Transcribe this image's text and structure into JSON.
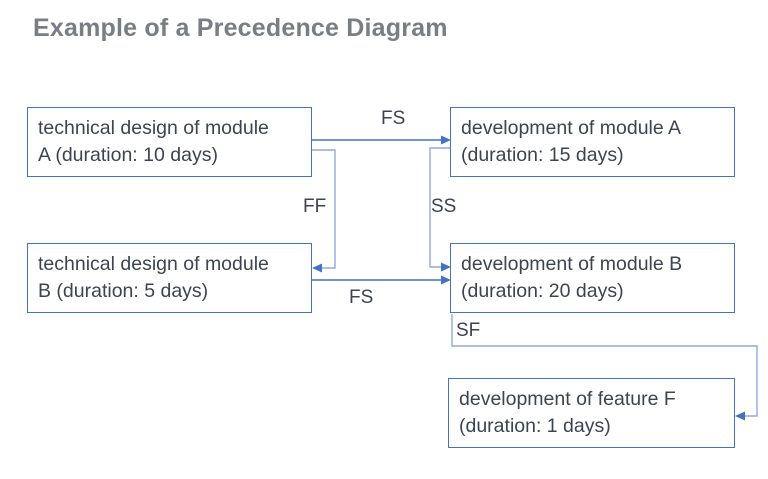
{
  "title": "Example of a Precedence Diagram",
  "colors": {
    "box_border": "#4472c4",
    "connector_elbow": "#8faadc",
    "connector_straight": "#4472c4",
    "arrow_head": "#4472c4",
    "box_text": "#3d4351",
    "title_text": "#797d84",
    "background": "#ffffff"
  },
  "boxes": [
    {
      "id": "design-a",
      "lines": [
        "technical design of module",
        "A (duration: 10 days)"
      ]
    },
    {
      "id": "dev-a",
      "lines": [
        "development of module A",
        "(duration: 15 days)"
      ]
    },
    {
      "id": "design-b",
      "lines": [
        "technical design of module",
        "B (duration: 5 days)"
      ]
    },
    {
      "id": "dev-b",
      "lines": [
        "development of module B",
        "(duration: 20 days)"
      ]
    },
    {
      "id": "feature-f",
      "lines": [
        "development of feature F",
        "(duration: 1 days)"
      ]
    }
  ],
  "relations": [
    {
      "label": "FS",
      "from": "design-a",
      "to": "dev-a"
    },
    {
      "label": "FF",
      "from": "design-a",
      "to": "design-b"
    },
    {
      "label": "SS",
      "from": "dev-a",
      "to": "dev-b"
    },
    {
      "label": "FS",
      "from": "design-b",
      "to": "dev-b"
    },
    {
      "label": "SF",
      "from": "dev-b",
      "to": "feature-f"
    }
  ]
}
